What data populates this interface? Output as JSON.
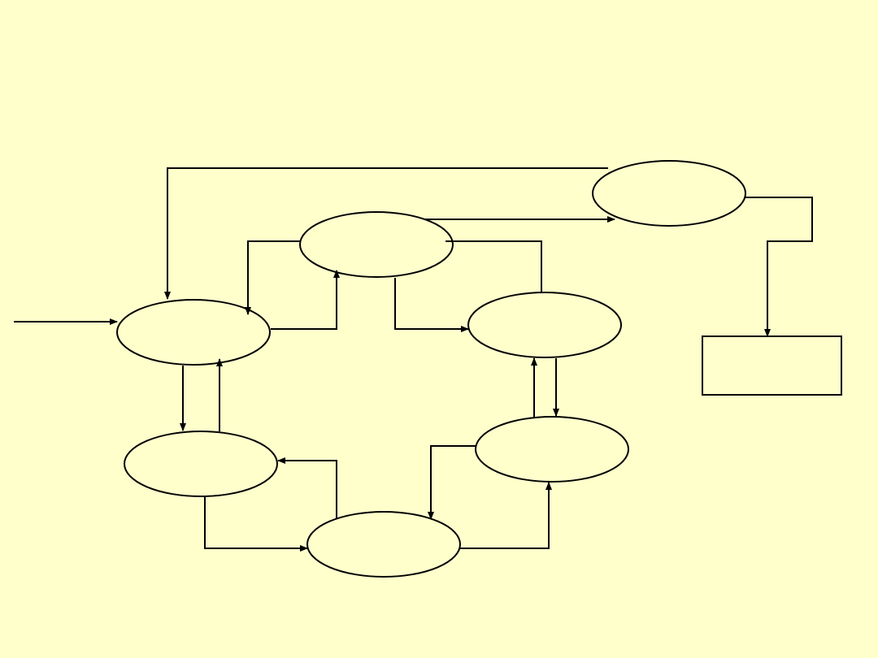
{
  "diagram": {
    "background_color": "#FFFFCC",
    "stroke_color": "#000000",
    "nodes": [
      {
        "id": "node-a",
        "shape": "ellipse",
        "label": ""
      },
      {
        "id": "node-b",
        "shape": "ellipse",
        "label": ""
      },
      {
        "id": "node-c",
        "shape": "ellipse",
        "label": ""
      },
      {
        "id": "node-d",
        "shape": "ellipse",
        "label": ""
      },
      {
        "id": "node-e",
        "shape": "ellipse",
        "label": ""
      },
      {
        "id": "node-f",
        "shape": "ellipse",
        "label": ""
      },
      {
        "id": "node-g",
        "shape": "ellipse",
        "label": ""
      },
      {
        "id": "node-output",
        "shape": "rectangle",
        "label": ""
      }
    ]
  }
}
